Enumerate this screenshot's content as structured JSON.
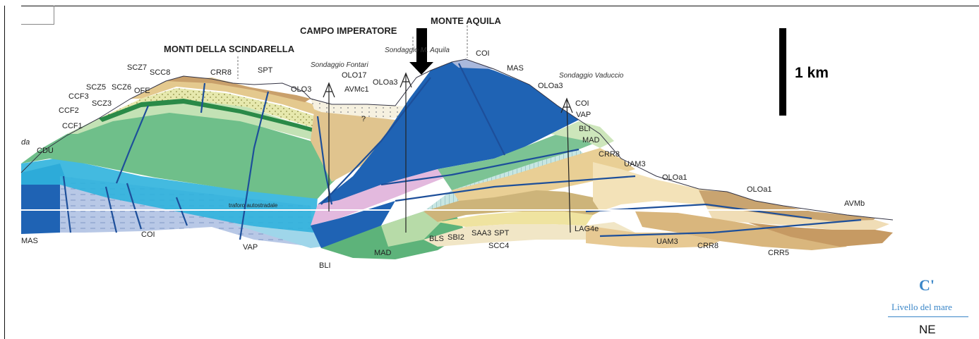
{
  "headings": {
    "campo": "CAMPO IMPERATORE",
    "monte": "MONTE AQUILA",
    "scindarella": "MONTI DELLA SCINDARELLA"
  },
  "wells": {
    "fontari": "Sondaggio Fontari",
    "aquila": "Sondaggio M. Aquila",
    "vaduccio": "Sondaggio Vaduccio"
  },
  "scale": {
    "label": "1 km"
  },
  "section": {
    "end_label": "C'",
    "sea_level": "Livello del mare",
    "direction": "NE"
  },
  "labels": {
    "scz7": "SCZ7",
    "scc8": "SCC8",
    "scz5": "SCZ5",
    "scz6": "SCZ6",
    "ofe": "OFE",
    "ccf3": "CCF3",
    "scz3": "SCZ3",
    "ccf2": "CCF2",
    "ccf1": "CCF1",
    "da": "da",
    "cdu": "CDU",
    "crr8_top": "CRR8",
    "spt_top": "SPT",
    "olo3": "OLO3",
    "olo17": "OLO17",
    "avmc1": "AVMc1",
    "oloa3": "OLOa3",
    "coi_top": "COI",
    "mas_top": "MAS",
    "oloa3_r": "OLOa3",
    "coi_r": "COI",
    "vap_r": "VAP",
    "bli_r": "BLI",
    "mad_r": "MAD",
    "crr8_r": "CRR8",
    "uam3_r": "UAM3",
    "oloa1_r": "OLOa1",
    "oloa1_far": "OLOa1",
    "avmb": "AVMb",
    "traforo": "traforo autostradale",
    "question": "?",
    "mas_bot": "MAS",
    "coi_bot": "COI",
    "vap_bot": "VAP",
    "bli_bot": "BLI",
    "mad_bot": "MAD",
    "bls": "BLS",
    "sbi2": "SBI2",
    "saa3": "SAA3",
    "spt_bot": "SPT",
    "scc4": "SCC4",
    "lag4e": "LAG4e",
    "uam3_bot": "UAM3",
    "crr8_bot": "CRR8",
    "crr5": "CRR5"
  },
  "colors": {
    "dark_blue": "#1f63b4",
    "cyan": "#2fb3dd",
    "pale_blue": "#b8cbe6",
    "green": "#6fbf8a",
    "light_green": "#bfe0b0",
    "yellow_dots": "#e3e6a8",
    "tan": "#e4c98e",
    "brown": "#c29a62",
    "pink": "#e3b9de",
    "fault": "#1d4f9a"
  }
}
